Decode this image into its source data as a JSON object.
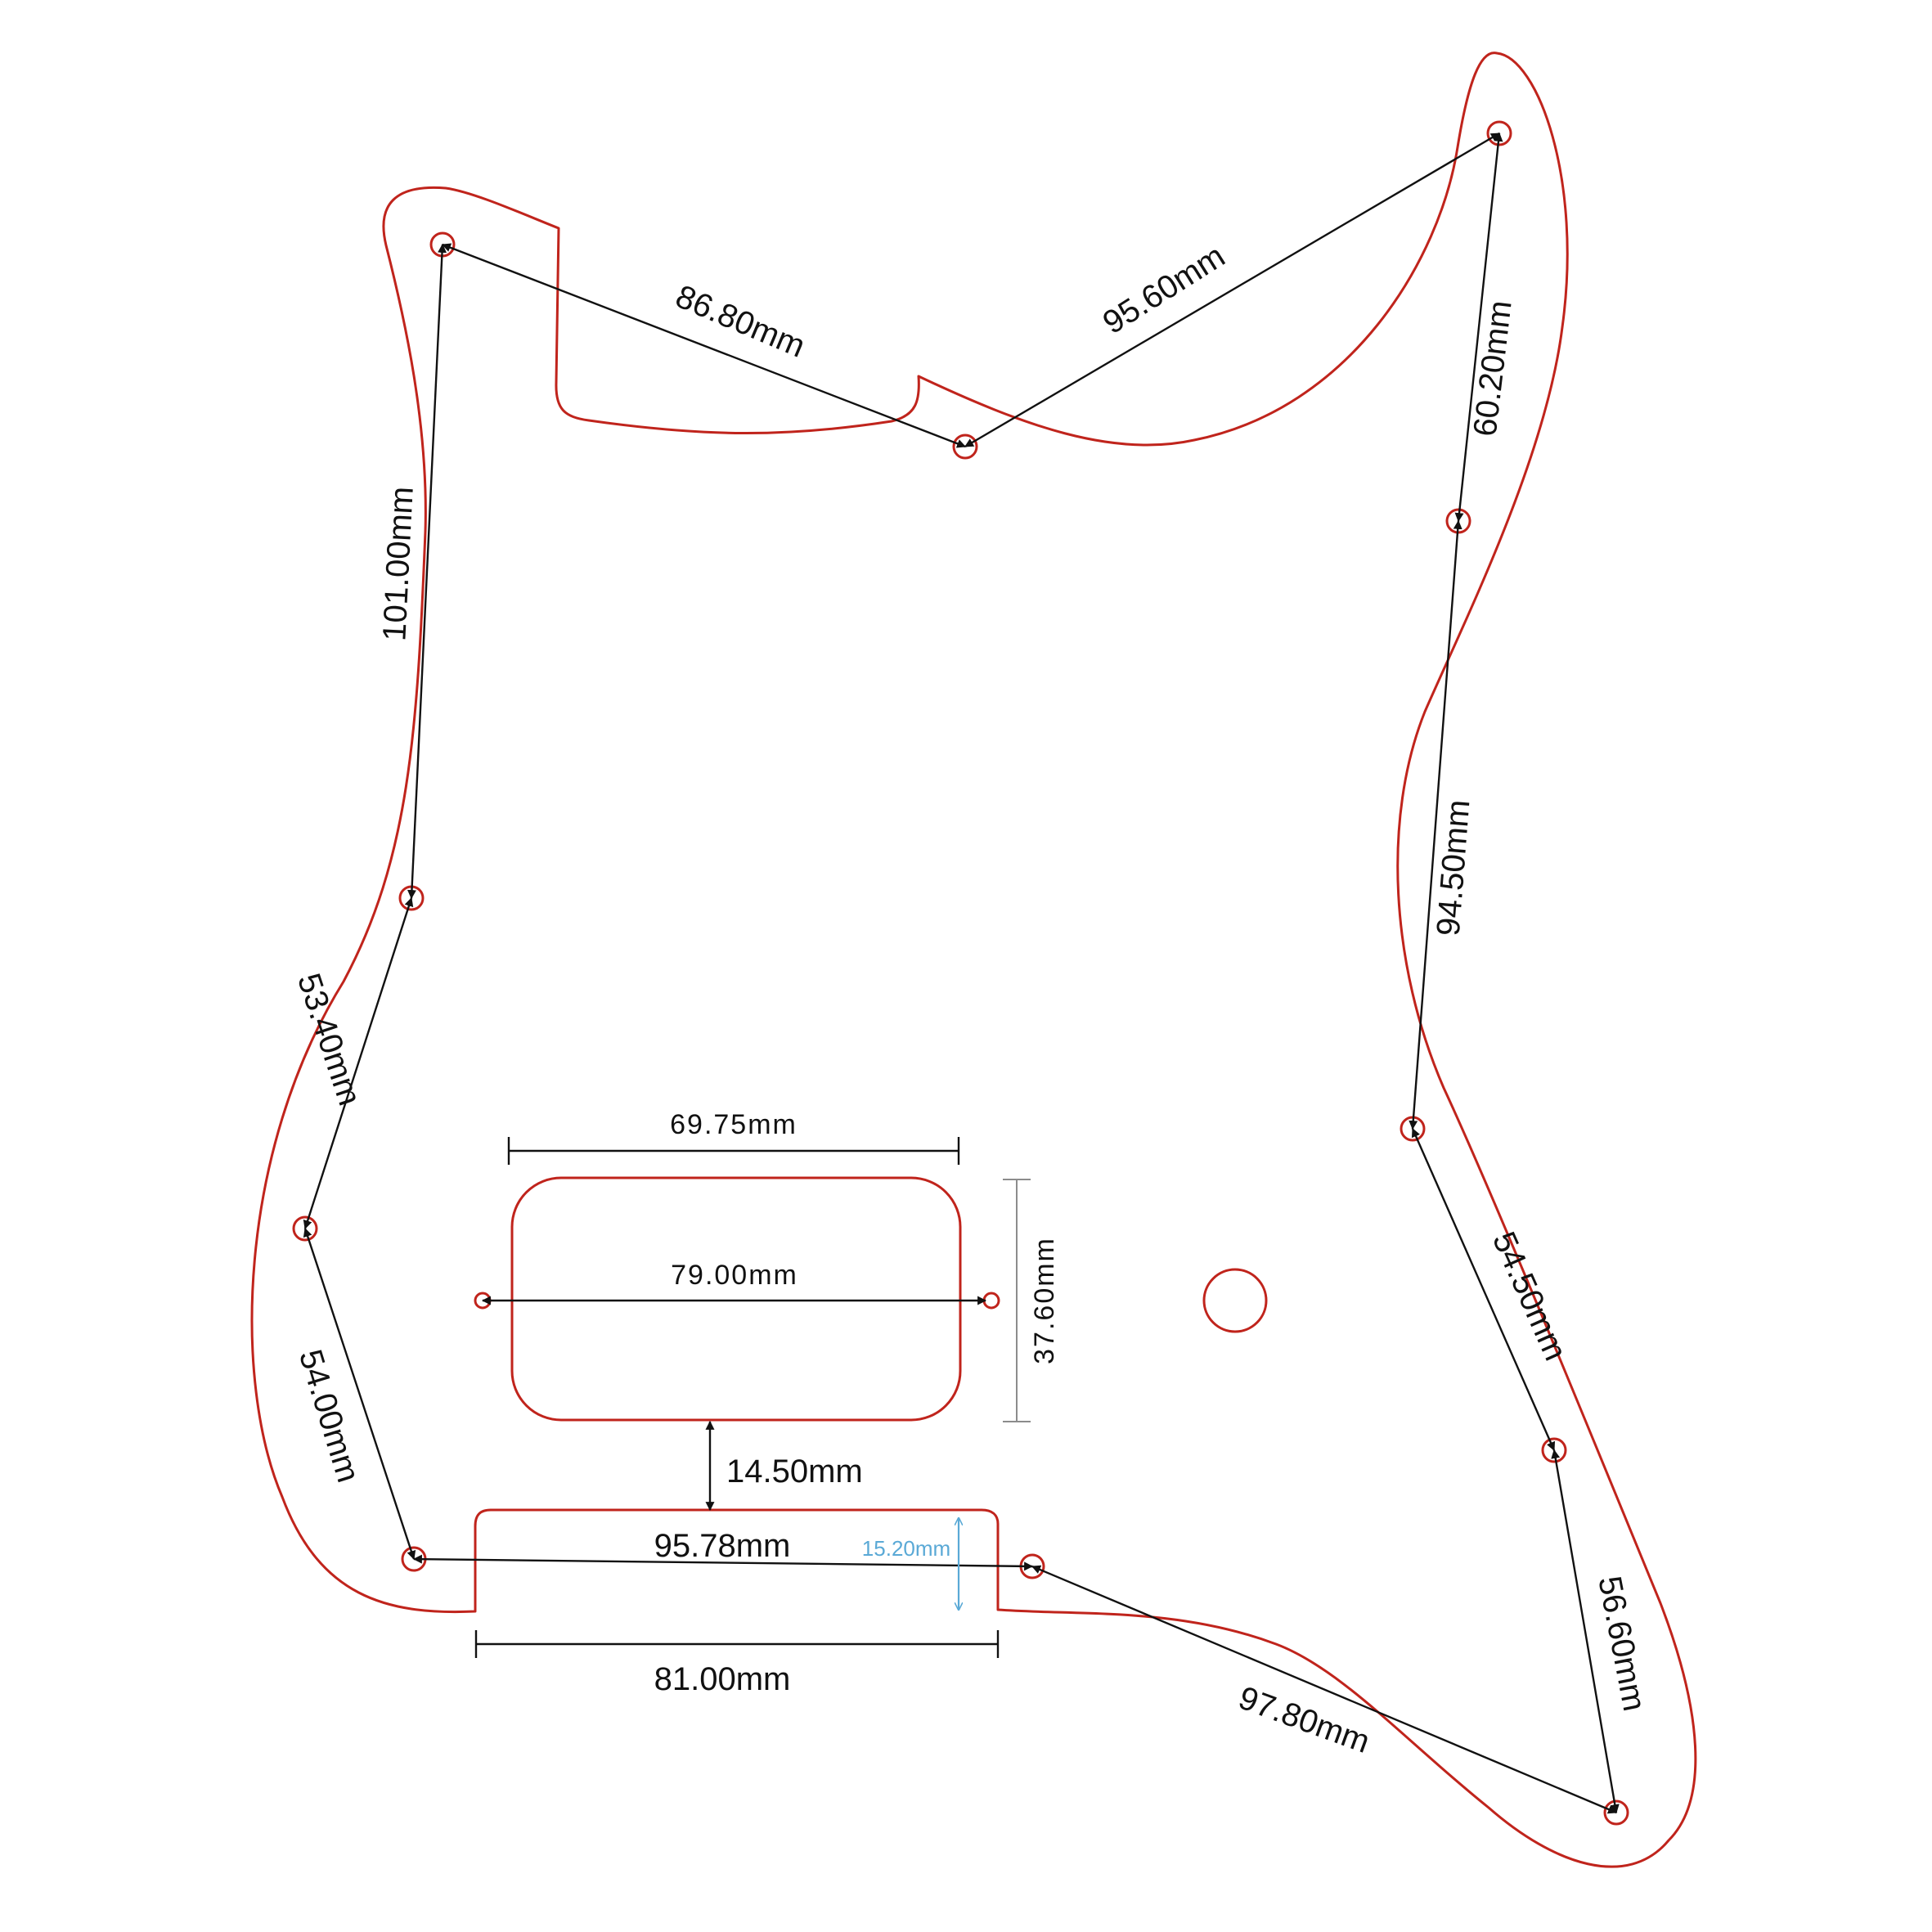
{
  "colors": {
    "outline": "#c0241c",
    "dimension": "#111111",
    "gray_dimension": "#8c8c8c",
    "blue_dimension": "#5aa9d6"
  },
  "dimensions": {
    "top_left_diag": "86.80mm",
    "top_right_diag": "95.60mm",
    "right_top_vertical": "60.20mm",
    "left_vertical": "101.00mm",
    "right_mid_vertical": "94.50mm",
    "left_mid_diag": "53.40mm",
    "left_lower_diag": "54.00mm",
    "right_lower_diag": "54.50mm",
    "right_bottom_diag": "56.60mm",
    "bottom_diag": "97.80mm",
    "pickup_width": "69.75mm",
    "pickup_mount_span": "79.00mm",
    "pickup_height": "37.60mm",
    "pickup_gap": "14.50mm",
    "bottom_mount_span": "95.78mm",
    "notch_depth": "15.20mm",
    "notch_width": "81.00mm"
  }
}
